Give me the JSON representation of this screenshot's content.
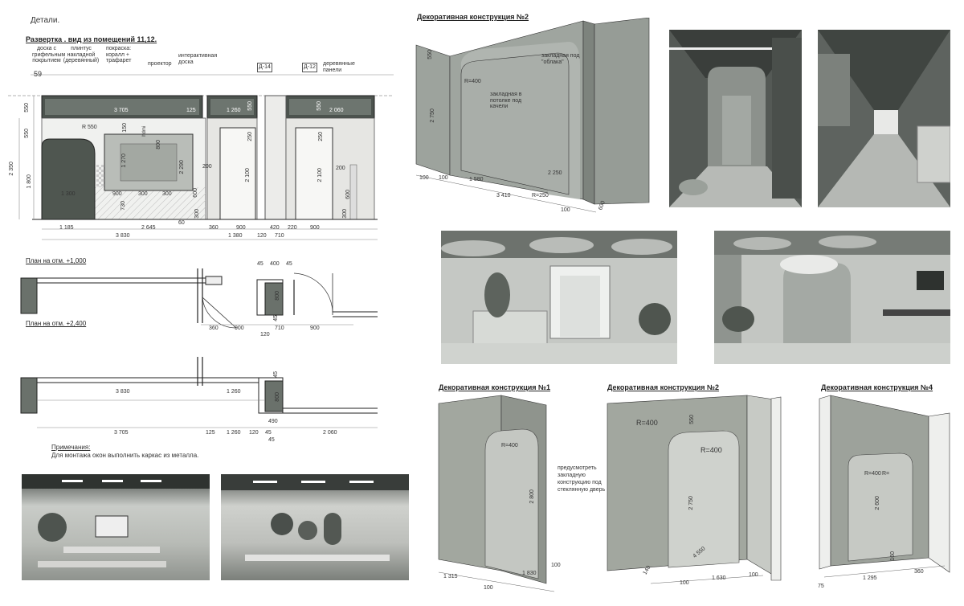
{
  "page": {
    "title": "Детали.",
    "elevation_title": "Развертка . вид из помещений 11,12.",
    "plan1_title": "План на отм. +1,000",
    "plan2_title": "План на отм. +2,400",
    "notes_title": "Примечания:",
    "notes_text": "Для монтажа окон выполнить каркас из металла."
  },
  "elevation": {
    "labels": [
      "доска с грифельным покрытием",
      "плинтус накладной (деревянный)",
      "покраска: коралл + трафарет",
      "проектор",
      "интерактивная доска",
      "деревянные панели"
    ],
    "door_tags": [
      "Д-14",
      "Д-12"
    ],
    "dims_top": [
      "3 705",
      "125",
      "1 260",
      "550",
      "2 060",
      "550"
    ],
    "dims_left": [
      "59",
      "550",
      "550",
      "2 350",
      "1 800"
    ],
    "dims_inner": [
      "R 550",
      "150",
      "800",
      "1 270",
      "2 290",
      "900",
      "300",
      "300",
      "730",
      "600",
      "1 300",
      "2 100",
      "2 100",
      "250",
      "250",
      "200",
      "200",
      "300",
      "300",
      "600",
      "60",
      "hdmi"
    ],
    "dims_bottom_1": [
      "1 185",
      "2 645",
      "360",
      "900",
      "420",
      "220",
      "900"
    ],
    "dims_bottom_2": [
      "3 830",
      "1 380",
      "120",
      "710"
    ]
  },
  "plan1": {
    "dims": [
      "45",
      "400",
      "45",
      "360",
      "900",
      "710",
      "900",
      "120",
      "800",
      "45"
    ]
  },
  "plan2": {
    "dims": [
      "3 830",
      "1 260",
      "3 705",
      "125",
      "1 260",
      "120",
      "45",
      "2 060",
      "45",
      "800",
      "490",
      "45"
    ]
  },
  "construct_top": {
    "title": "Декоративная конструкция №2",
    "dims": [
      "550",
      "2 750",
      "R=400",
      "закладная в потолке под качели",
      "закладная под \"облака\"",
      "1 580",
      "2 250",
      "3 410",
      "R=250",
      "100",
      "100",
      "600",
      "100"
    ]
  },
  "construct1": {
    "title": "Декоративная конструкция №1",
    "dims": [
      "R=400",
      "2 800",
      "1 315",
      "1 830",
      "100",
      "100"
    ],
    "note": "предусмотреть закладную конструкцию под стеклянную дверь"
  },
  "construct2": {
    "title": "Декоративная конструкция №2",
    "dims": [
      "R=400",
      "R=400",
      "550",
      "2 750",
      "4 550",
      "1 630",
      "100",
      "100",
      "140"
    ]
  },
  "construct4": {
    "title": "Декоративная конструкция №4",
    "dims": [
      "R=400",
      "R=",
      "2 600",
      "160",
      "1 295",
      "360",
      "75"
    ]
  }
}
